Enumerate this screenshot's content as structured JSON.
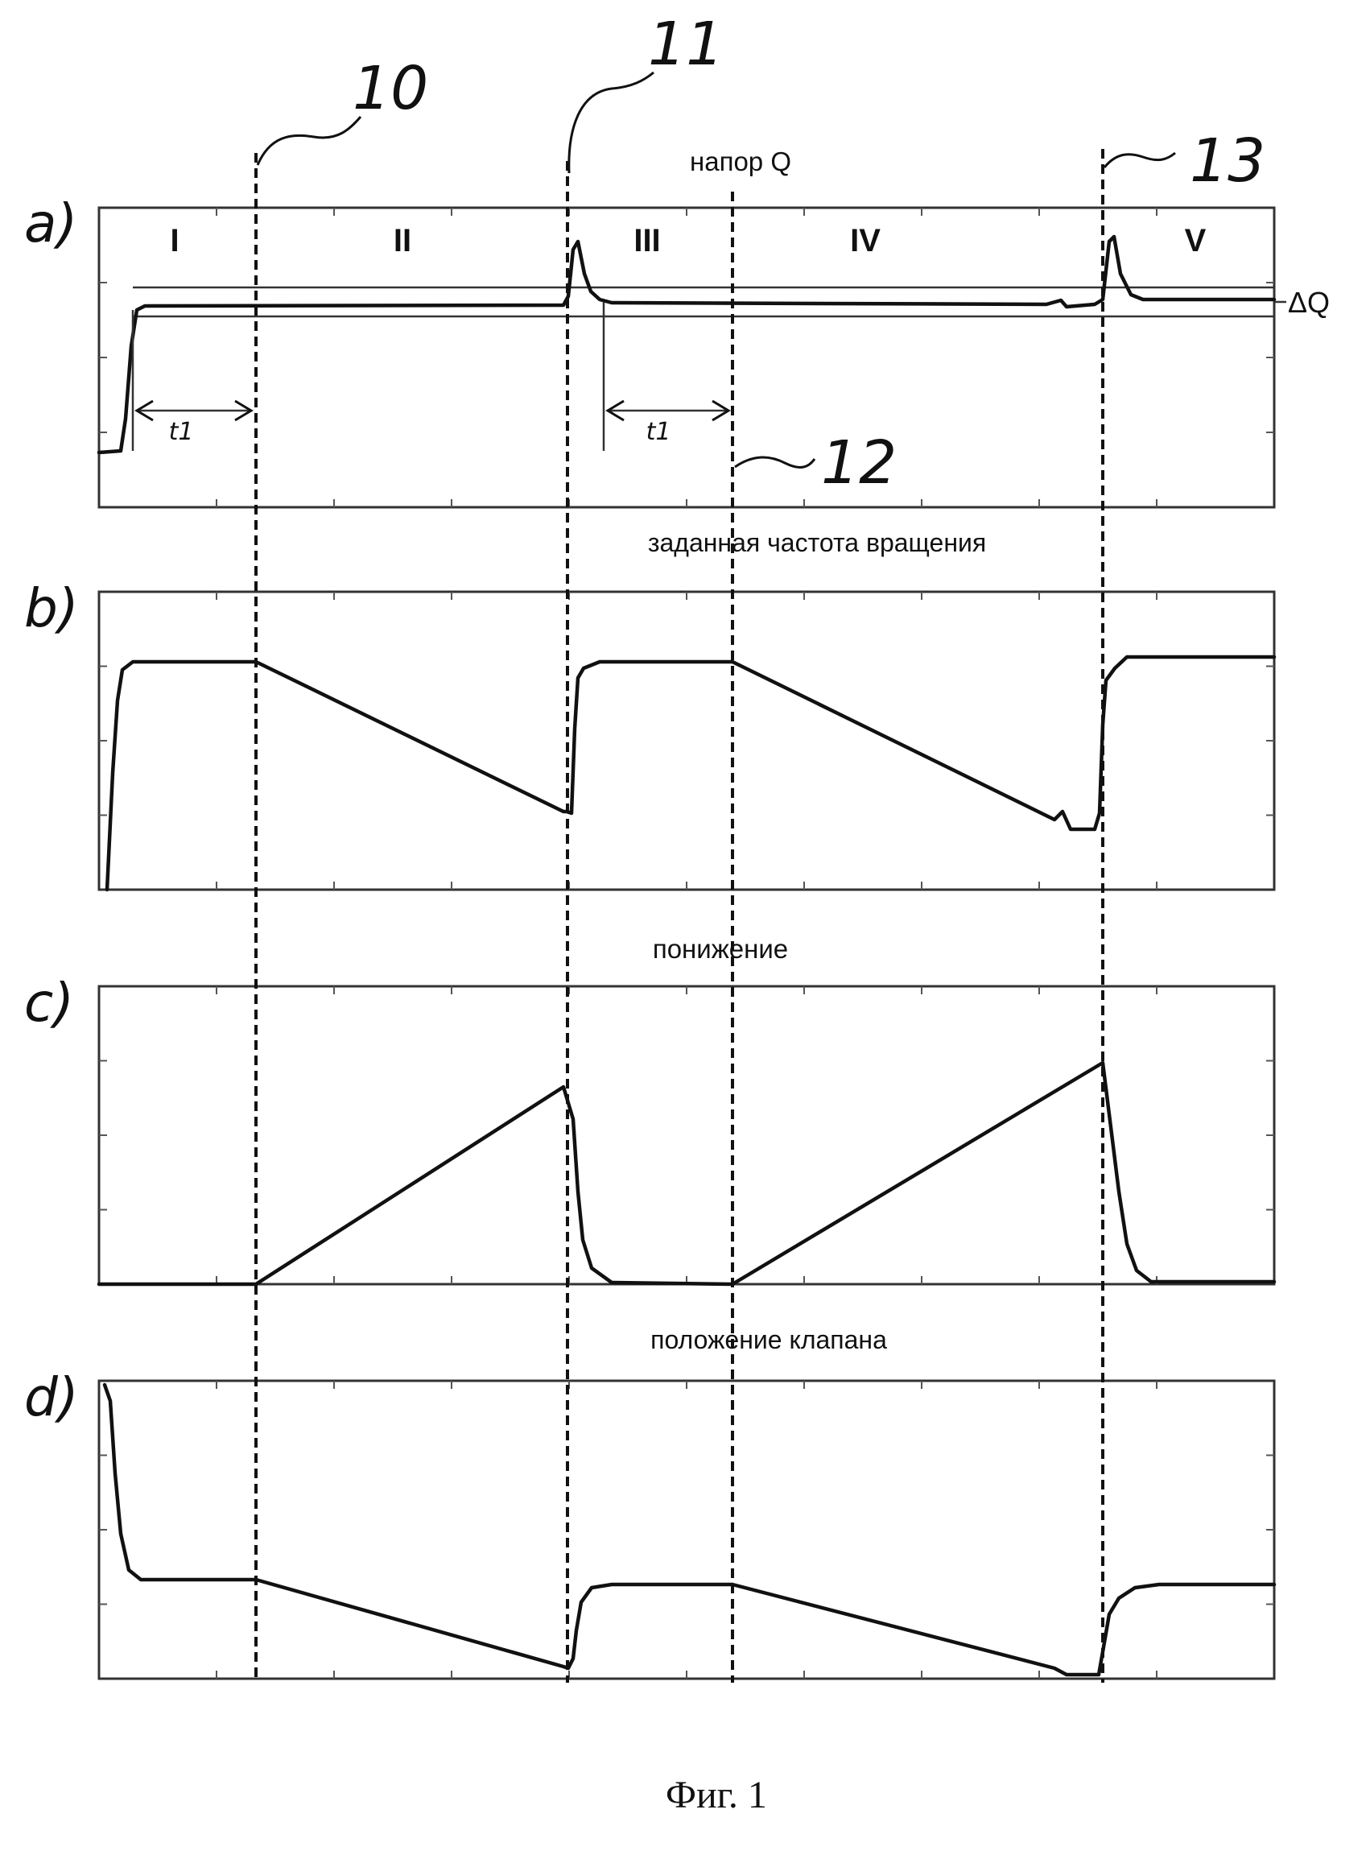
{
  "figure": {
    "caption": "Фиг. 1",
    "markers": [
      "10",
      "11",
      "12",
      "13"
    ],
    "time_label": "t1",
    "delta_label": "ΔQ",
    "panels": [
      {
        "id": "a",
        "letter": "a)",
        "title": "напор Q",
        "phases": [
          "I",
          "II",
          "III",
          "IV",
          "V"
        ]
      },
      {
        "id": "b",
        "letter": "b)",
        "title": "заданная частота вращения"
      },
      {
        "id": "c",
        "letter": "c)",
        "title": "понижение"
      },
      {
        "id": "d",
        "letter": "d)",
        "title": "положение клапана"
      }
    ]
  }
}
